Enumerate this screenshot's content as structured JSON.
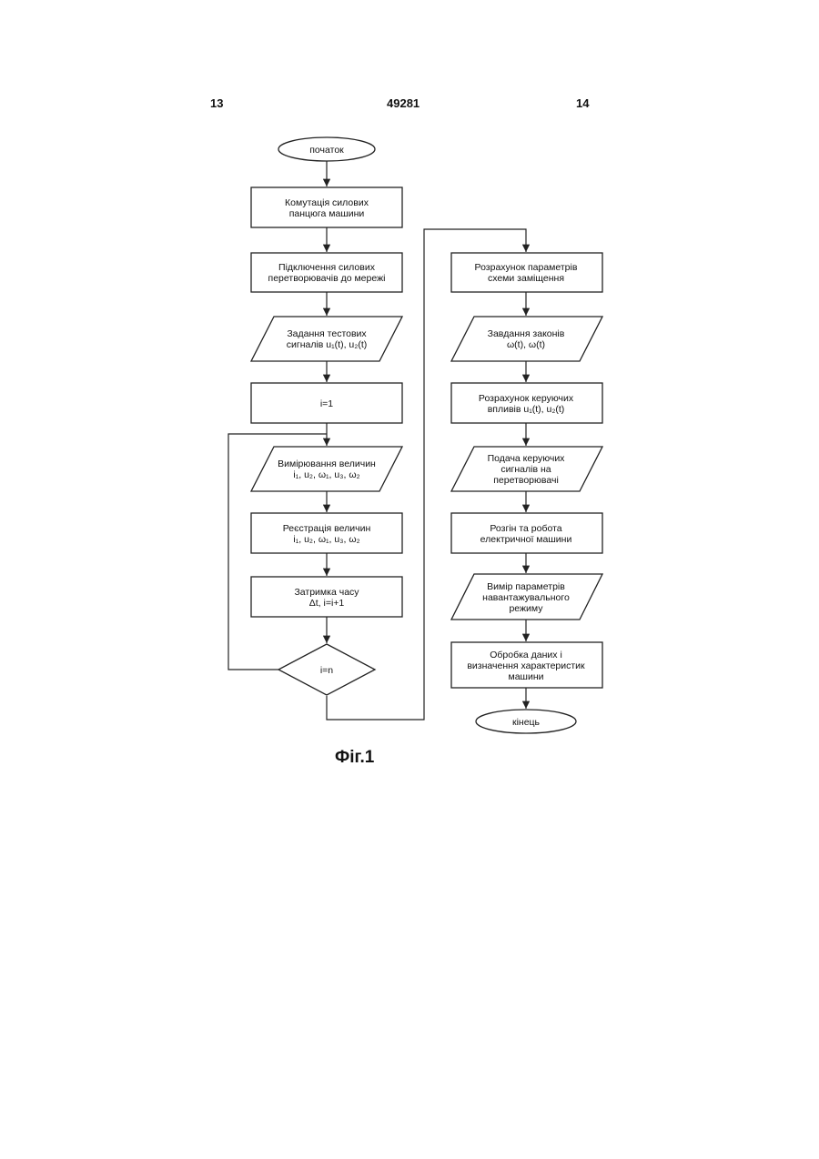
{
  "header": {
    "left_page": "13",
    "doc_number": "49281",
    "right_page": "14"
  },
  "caption": "Фіг.1",
  "nodes": {
    "start": [
      "початок"
    ],
    "l1": [
      "Комутація силових",
      "панцюга машини"
    ],
    "l2": [
      "Підключення силових",
      "перетворювачів до мережі"
    ],
    "l3": [
      "Задання тестових",
      "сигналів u₁(t), u₂(t)"
    ],
    "l4": [
      "i=1"
    ],
    "l5": [
      "Вимірювання величин",
      "i₁, u₂, ω₁, u₃, ω₂"
    ],
    "l6": [
      "Реєстрація величин",
      "i₁, u₂, ω₁, u₃, ω₂"
    ],
    "l7": [
      "Затримка часу",
      "Δt, i=i+1"
    ],
    "l8": [
      "i=n"
    ],
    "r1": [
      "Розрахунок параметрів",
      "схеми заміщення"
    ],
    "r2": [
      "Завдання законів",
      "ω(t), ω(t)"
    ],
    "r3": [
      "Розрахунок керуючих",
      "впливів u₁(t), u₂(t)"
    ],
    "r4": [
      "Подача керуючих",
      "сигналів на",
      "перетворювачі"
    ],
    "r5": [
      "Розгін та робота",
      "електричної машини"
    ],
    "r6": [
      "Вимір параметрів",
      "навантажувального",
      "режиму"
    ],
    "r7": [
      "Обробка даних і",
      "визначення характеристик",
      "машини"
    ],
    "end": [
      "кінець"
    ]
  }
}
